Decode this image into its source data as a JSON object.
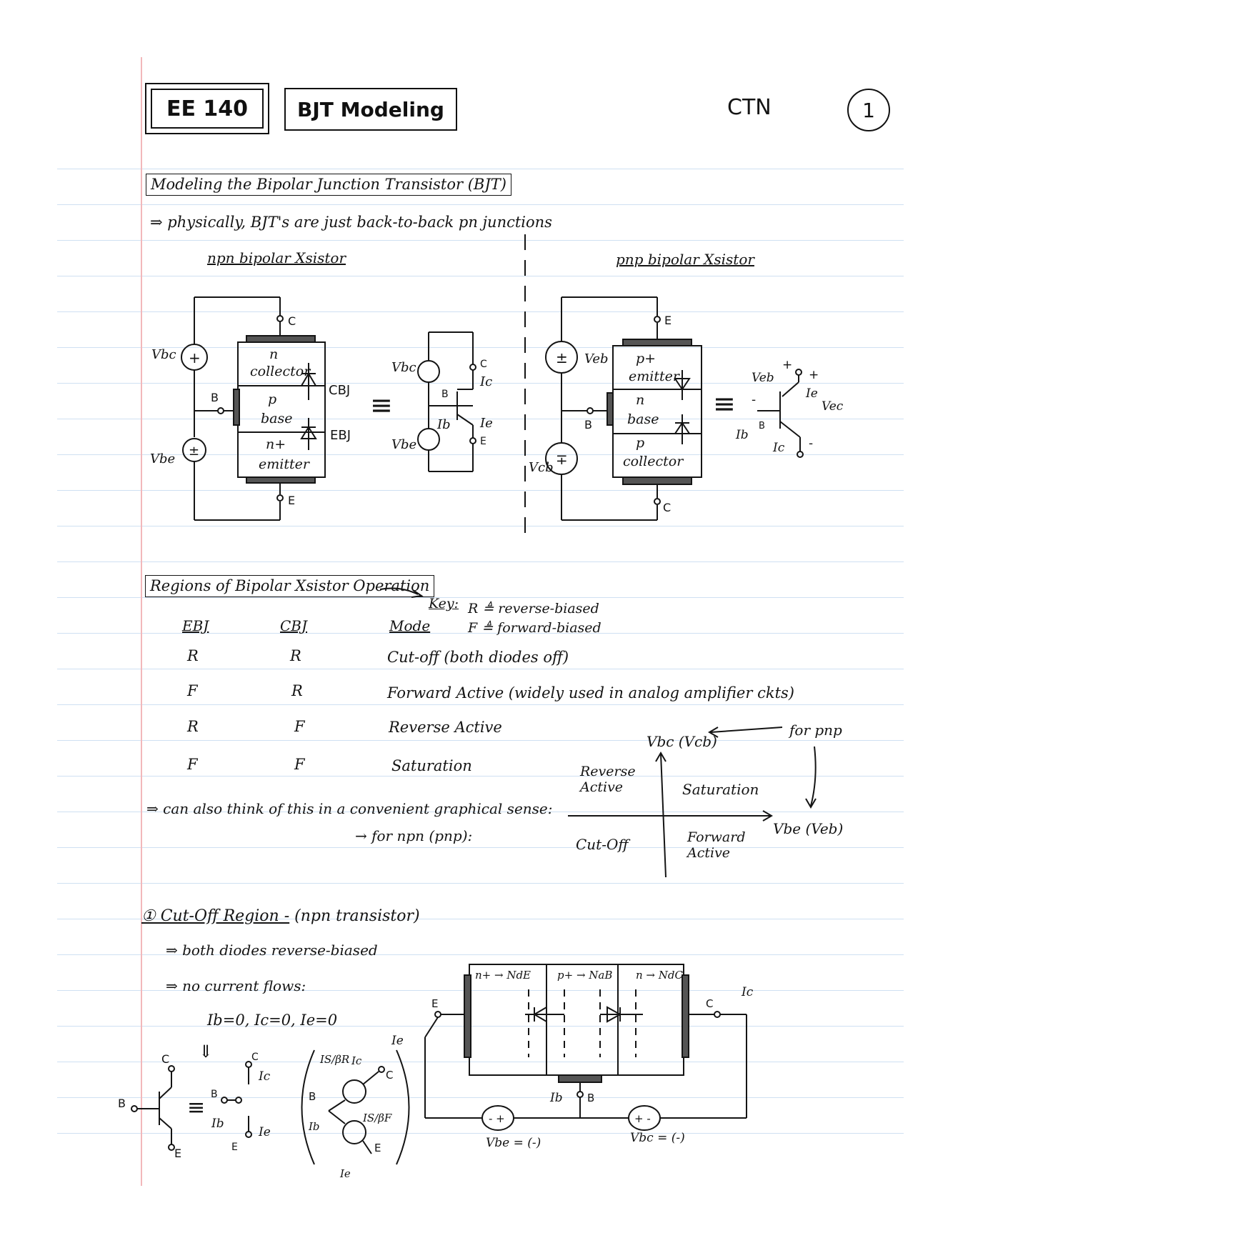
{
  "header": {
    "course": "EE 140",
    "topic": "BJT Modeling",
    "initials": "CTN",
    "page_number": "1"
  },
  "section1": {
    "title": "Modeling the Bipolar Junction Transistor (BJT)",
    "note": "⇒ physically, BJT's are just back-to-back pn junctions",
    "npn_label": "npn bipolar Xsistor",
    "pnp_label": "pnp bipolar Xsistor",
    "npn": {
      "layer_n": "n",
      "layer_collector": "collector",
      "layer_p": "p",
      "layer_base": "base",
      "layer_nplus": "n+",
      "layer_emitter": "emitter",
      "cbj": "CBJ",
      "ebj": "EBJ",
      "node_c": "C",
      "node_b": "B",
      "node_e": "E",
      "vbc": "Vbc",
      "vbe": "Vbe",
      "ic": "Ic",
      "ib": "Ib",
      "ie": "Ie",
      "equiv": "≡"
    },
    "pnp": {
      "layer_pplus": "p+",
      "layer_emitter": "emitter",
      "layer_n": "n",
      "layer_base": "base",
      "layer_p": "p",
      "layer_collector": "collector",
      "node_e": "E",
      "node_b": "B",
      "node_c": "C",
      "veb": "Veb",
      "vcb": "Vcb",
      "vec": "Vec",
      "ie": "Ie",
      "ib": "Ib",
      "ic": "Ic",
      "plus": "+",
      "minus": "-"
    }
  },
  "section2": {
    "title": "Regions of Bipolar Xsistor Operation",
    "key_label": "Key:",
    "key_r": "R ≜ reverse-biased",
    "key_f": "F ≜ forward-biased",
    "columns": [
      "EBJ",
      "CBJ",
      "Mode"
    ],
    "rows": [
      [
        "R",
        "R",
        "Cut-off (both diodes off)"
      ],
      [
        "F",
        "R",
        "Forward Active (widely used in analog amplifier ckts)"
      ],
      [
        "R",
        "F",
        "Reverse Active"
      ],
      [
        "F",
        "F",
        "Saturation"
      ]
    ],
    "graph_note": "⇒ can also think of this in a convenient graphical sense:",
    "graph_sub": "→ for npn (pnp):",
    "graph": {
      "y_axis": "Vbc (Vcb)",
      "x_axis": "Vbe (Veb)",
      "for_pnp": "for pnp",
      "q_tl": "Reverse Active",
      "q_tr": "Saturation",
      "q_bl": "Cut-Off",
      "q_br": "Forward Active"
    }
  },
  "section3": {
    "title": "① Cut-Off Region -",
    "subtitle": "(npn transistor)",
    "bullet1": "⇒ both diodes reverse-biased",
    "bullet2": "⇒ no current flows:",
    "currents": "Ib=0, Ic=0, Ie=0",
    "implies": "⇓",
    "regions": [
      "n+ → NdE",
      "p+ → NaB",
      "n → NdC"
    ],
    "nodes": {
      "c": "C",
      "b": "B",
      "e": "E"
    },
    "labels": {
      "ic": "Ic",
      "ib": "Ib",
      "ie": "Ie",
      "vbe": "Vbe = (-)",
      "vbc": "Vbc = (-)",
      "ir_br": "IS/βR",
      "is_bf": "IS/βF"
    }
  }
}
